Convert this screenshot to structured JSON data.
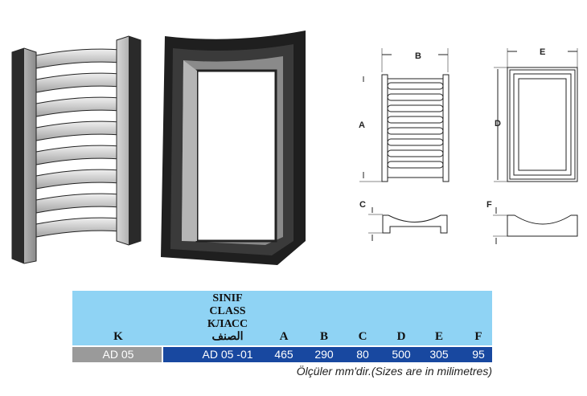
{
  "diagram_labels": {
    "A": "A",
    "B": "B",
    "C": "C",
    "D": "D",
    "E": "E",
    "F": "F"
  },
  "table": {
    "headers": {
      "k": "K",
      "class_lines": [
        "SINIF",
        "CLASS",
        "КЛАСС",
        "الصنف"
      ],
      "dims": [
        "A",
        "B",
        "C",
        "D",
        "E",
        "F"
      ]
    },
    "row": {
      "k": "AD 05",
      "class": "AD 05 -01",
      "values": [
        "465",
        "290",
        "80",
        "500",
        "305",
        "95"
      ]
    }
  },
  "note": "Ölçüler mm'dir.(Sizes are in milimetres)",
  "colors": {
    "header_bg": "#8fd3f4",
    "row_bg": "#1848a0",
    "k_bg": "#9a9a9a"
  }
}
